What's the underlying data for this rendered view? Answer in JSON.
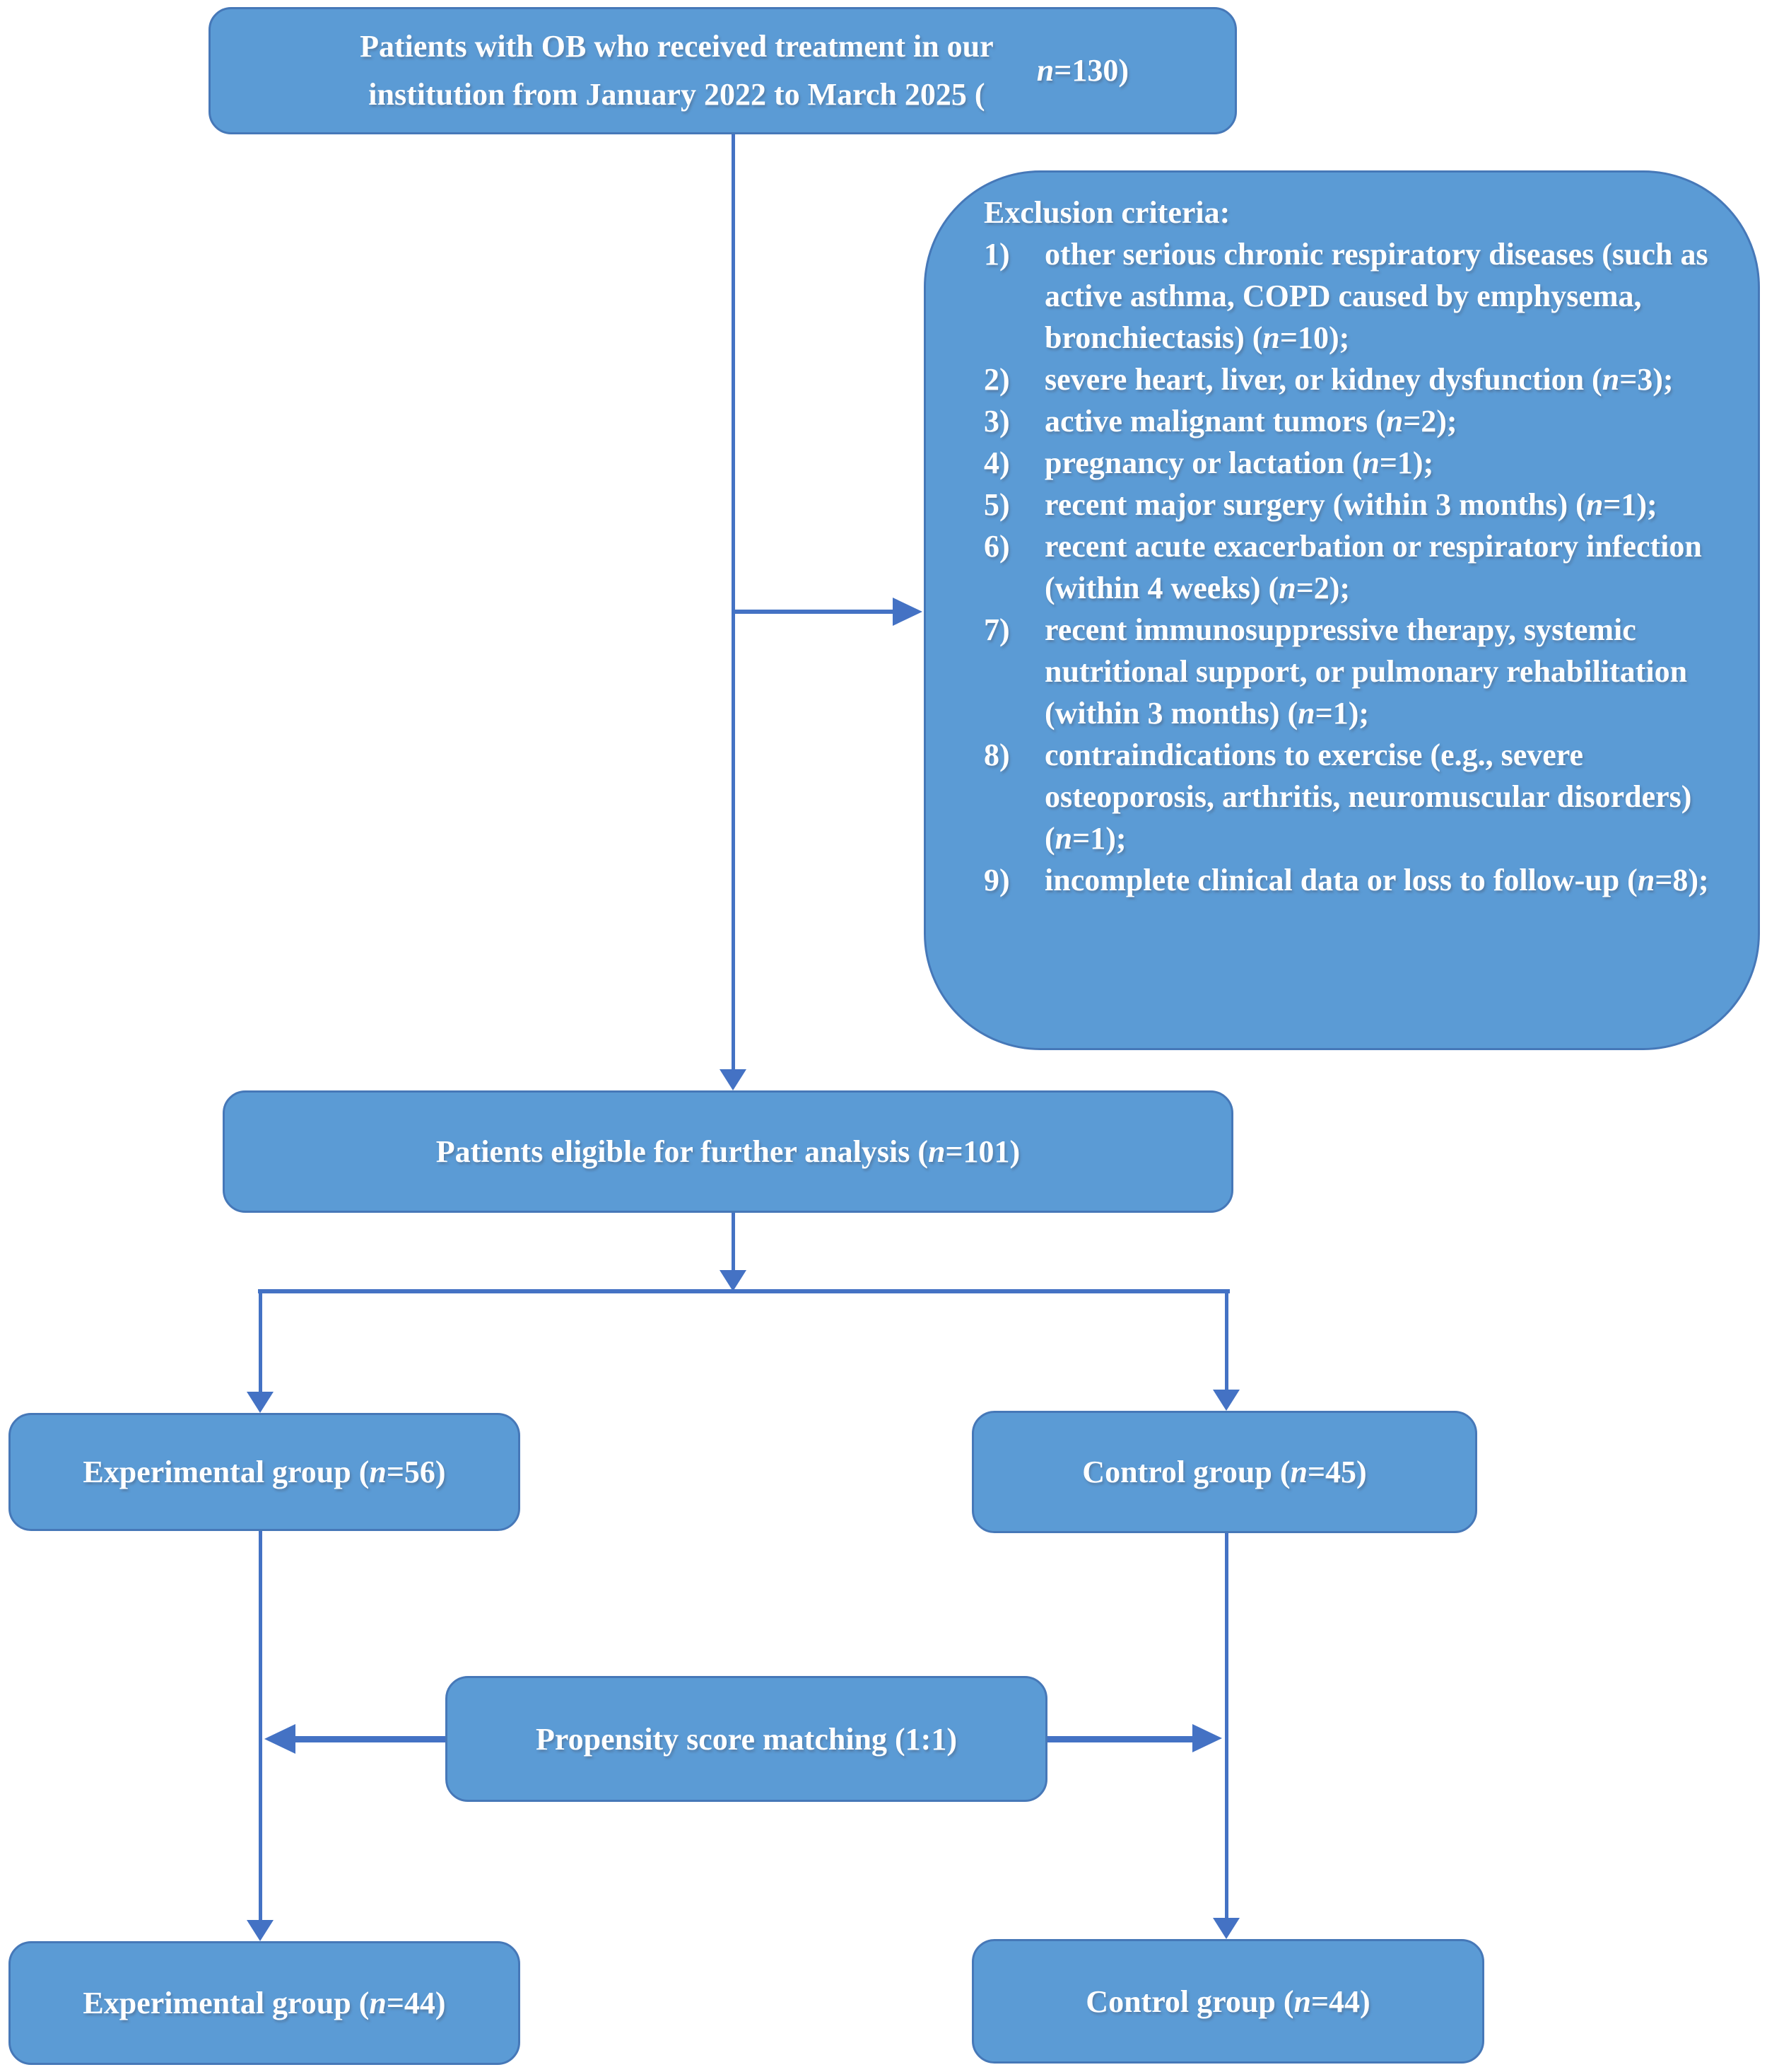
{
  "flowchart": {
    "colors": {
      "box_fill": "#5b9bd5",
      "box_border": "#4678b8",
      "arrow": "#4472c4",
      "text": "#ffffff"
    },
    "nodes": {
      "initial": {
        "text": "Patients with OB who received treatment in our institution from January 2022 to March 2025 (n=130)"
      },
      "exclusion": {
        "title": "Exclusion criteria:",
        "items": [
          {
            "num": "1)",
            "text": "other serious chronic respiratory diseases (such as active asthma, COPD caused by emphysema, bronchiectasis) (n=10);"
          },
          {
            "num": "2)",
            "text": "severe heart, liver, or kidney dysfunction (n=3);"
          },
          {
            "num": "3)",
            "text": "active malignant tumors (n=2);"
          },
          {
            "num": "4)",
            "text": "pregnancy or lactation (n=1);"
          },
          {
            "num": "5)",
            "text": "recent major surgery (within 3 months) (n=1);"
          },
          {
            "num": "6)",
            "text": "recent acute exacerbation or respiratory infection (within 4 weeks) (n=2);"
          },
          {
            "num": "7)",
            "text": "recent immunosuppressive therapy, systemic nutritional support, or pulmonary rehabilitation (within 3 months) (n=1);"
          },
          {
            "num": "8)",
            "text": "contraindications to exercise (e.g., severe osteoporosis, arthritis, neuromuscular disorders) (n=1);"
          },
          {
            "num": "9)",
            "text": "incomplete clinical data or loss to follow-up (n=8);"
          }
        ]
      },
      "eligible": {
        "text": "Patients eligible for further analysis (n=101)"
      },
      "experimental_initial": {
        "text": "Experimental group (n=56)"
      },
      "control_initial": {
        "text": "Control group (n=45)"
      },
      "psm": {
        "text": "Propensity score matching (1:1)"
      },
      "experimental_matched": {
        "text": "Experimental group (n=44)"
      },
      "control_matched": {
        "text": "Control group (n=44)"
      }
    }
  }
}
